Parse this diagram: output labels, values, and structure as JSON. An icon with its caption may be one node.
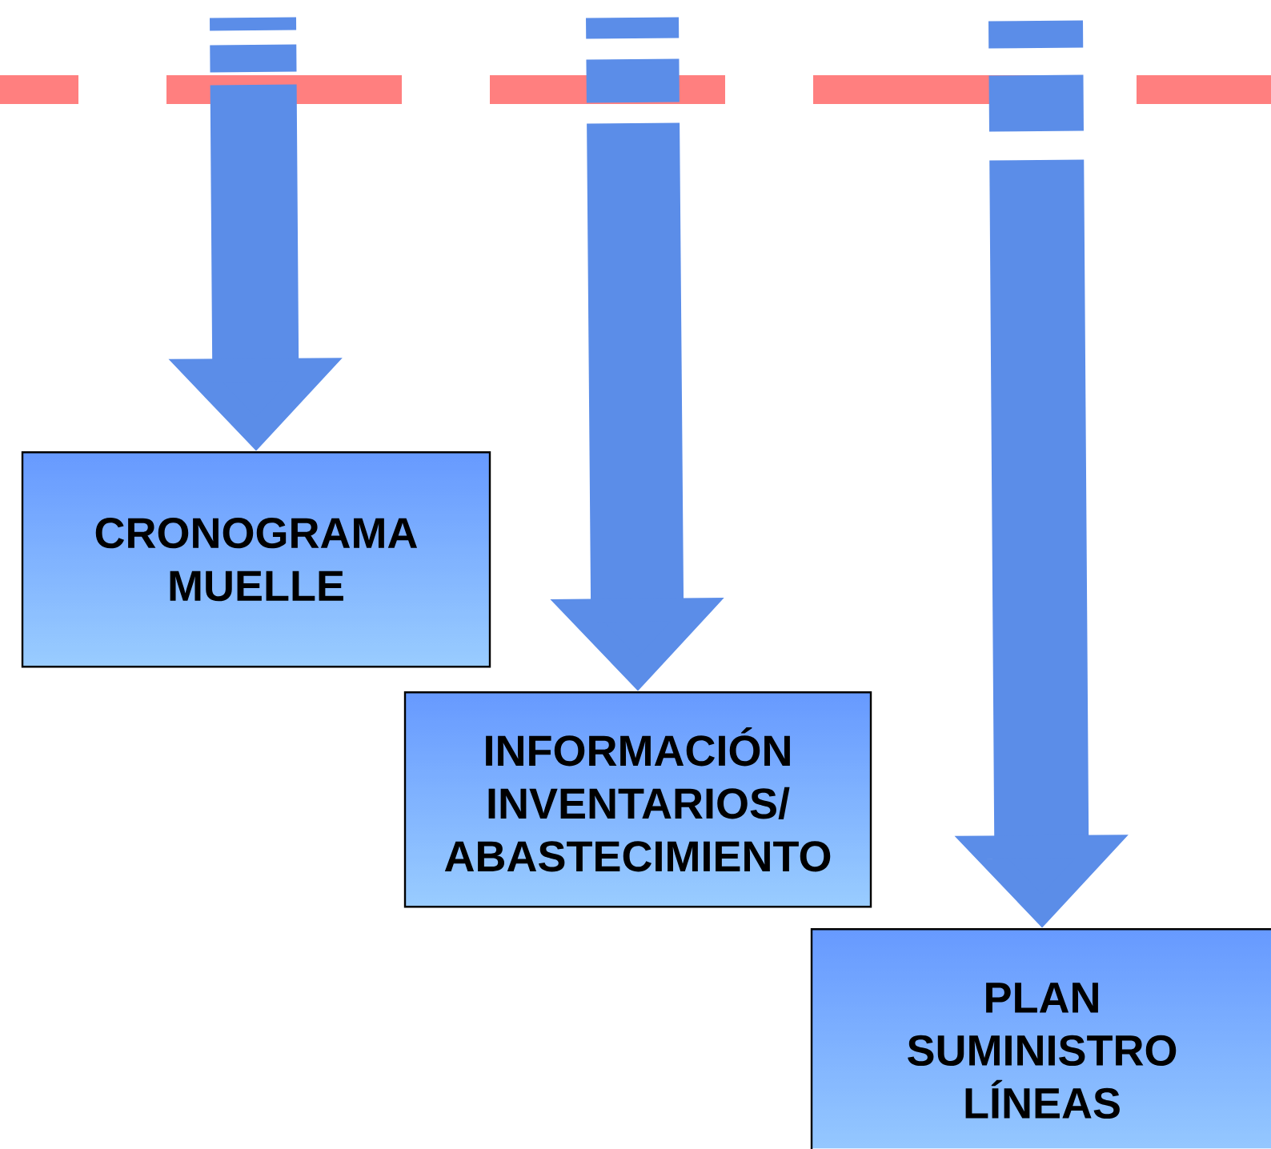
{
  "diagram": {
    "nodes": [
      {
        "text": [
          "CRONOGRAMA MUELLE"
        ]
      },
      {
        "text": [
          "INFORMACIÓN INVENTARIOS/ ABASTECIMIENTO"
        ]
      },
      {
        "text": [
          "PLAN SUMINISTRO LÍNEAS"
        ]
      }
    ],
    "edges": [
      {
        "from": null,
        "to": 0,
        "arrow": "to"
      },
      {
        "from": null,
        "to": 1,
        "arrow": "to"
      },
      {
        "from": null,
        "to": 2,
        "arrow": "to"
      }
    ]
  }
}
